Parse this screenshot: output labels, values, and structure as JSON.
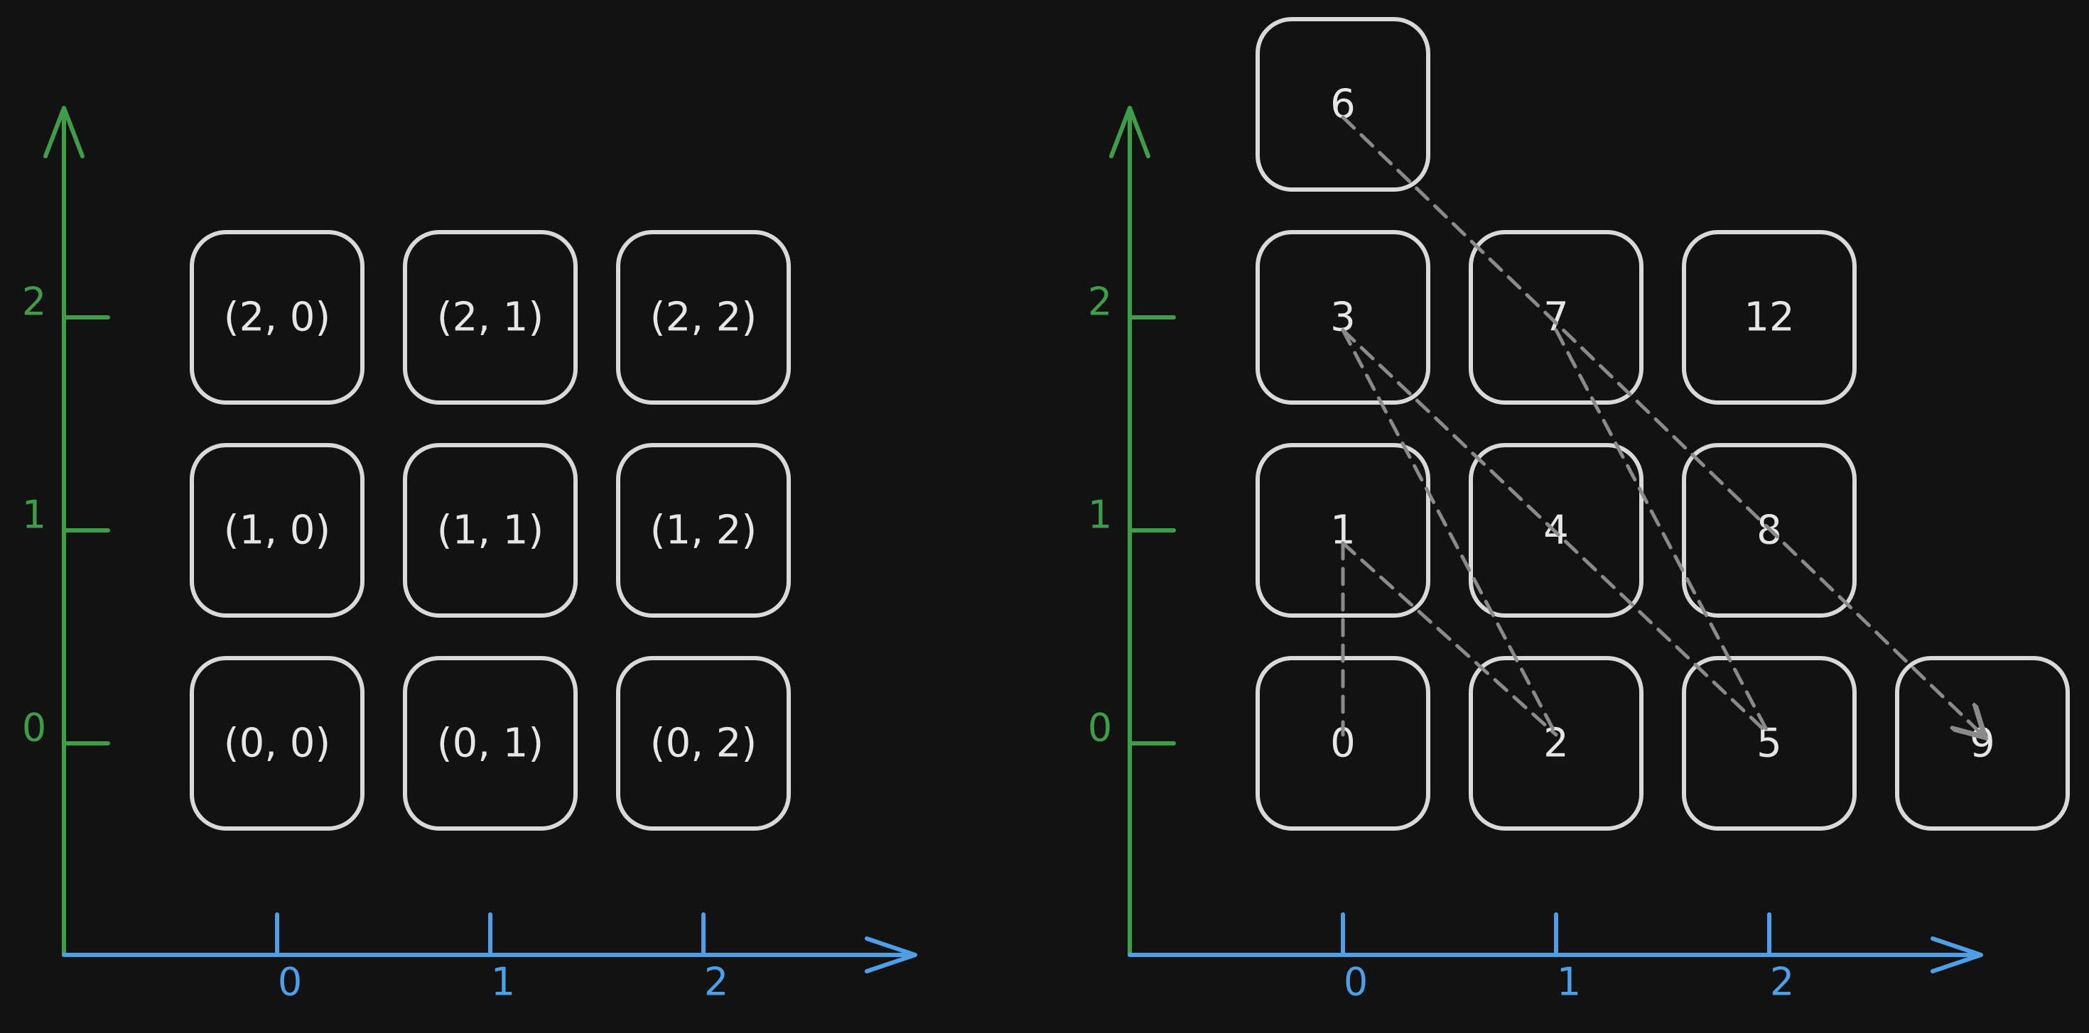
{
  "left_panel": {
    "y_ticks": [
      "0",
      "1",
      "2"
    ],
    "x_ticks": [
      "0",
      "1",
      "2"
    ],
    "cells": [
      {
        "row": 2,
        "col": 0,
        "label": "(2, 0)"
      },
      {
        "row": 2,
        "col": 1,
        "label": "(2, 1)"
      },
      {
        "row": 2,
        "col": 2,
        "label": "(2, 2)"
      },
      {
        "row": 1,
        "col": 0,
        "label": "(1, 0)"
      },
      {
        "row": 1,
        "col": 1,
        "label": "(1, 1)"
      },
      {
        "row": 1,
        "col": 2,
        "label": "(1, 2)"
      },
      {
        "row": 0,
        "col": 0,
        "label": "(0, 0)"
      },
      {
        "row": 0,
        "col": 1,
        "label": "(0, 1)"
      },
      {
        "row": 0,
        "col": 2,
        "label": "(0, 2)"
      }
    ]
  },
  "right_panel": {
    "y_ticks": [
      "0",
      "1",
      "2"
    ],
    "x_ticks": [
      "0",
      "1",
      "2"
    ],
    "cells": [
      {
        "row": 3,
        "col": 0,
        "label": "6"
      },
      {
        "row": 2,
        "col": 0,
        "label": "3"
      },
      {
        "row": 2,
        "col": 1,
        "label": "7"
      },
      {
        "row": 2,
        "col": 2,
        "label": "12"
      },
      {
        "row": 1,
        "col": 0,
        "label": "1"
      },
      {
        "row": 1,
        "col": 1,
        "label": "4"
      },
      {
        "row": 1,
        "col": 2,
        "label": "8"
      },
      {
        "row": 0,
        "col": 0,
        "label": "0"
      },
      {
        "row": 0,
        "col": 1,
        "label": "2"
      },
      {
        "row": 0,
        "col": 2,
        "label": "5"
      },
      {
        "row": 0,
        "col": 3,
        "label": "9"
      }
    ],
    "links": [
      {
        "from": "1",
        "to": "0"
      },
      {
        "from": "1",
        "to": "2"
      },
      {
        "from": "3",
        "to": "2"
      },
      {
        "from": "3",
        "to": "5"
      },
      {
        "from": "7",
        "to": "5"
      },
      {
        "from": "6",
        "to": "9"
      }
    ]
  },
  "colors": {
    "background": "#121212",
    "box_stroke": "#d9d9d9",
    "y_axis": "#3f9d4a",
    "x_axis": "#4d9fe6",
    "dashed_link": "#8a8a8a"
  }
}
